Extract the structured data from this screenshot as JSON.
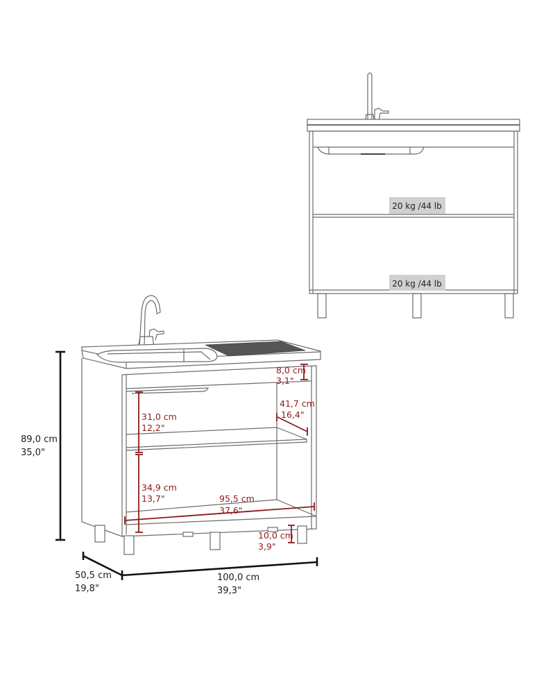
{
  "front_view": {
    "shelf_load_upper": "20 kg /44 lb",
    "shelf_load_lower": "20 kg /44 lb"
  },
  "dimensions": {
    "height": {
      "cm": "89,0 cm",
      "in": "35,0\""
    },
    "depth": {
      "cm": "50,5 cm",
      "in": "19,8\""
    },
    "width": {
      "cm": "100,0 cm",
      "in": "39,3\""
    },
    "top_rail": {
      "cm": "8,0 cm",
      "in": "3,1\""
    },
    "shelf_depth": {
      "cm": "41,7 cm",
      "in": "16,4\""
    },
    "upper_space": {
      "cm": "31,0 cm",
      "in": "12,2\""
    },
    "lower_space": {
      "cm": "34,9 cm",
      "in": "13,7\""
    },
    "interior_width": {
      "cm": "95,5 cm",
      "in": "37,6\""
    },
    "leg_height": {
      "cm": "10,0 cm",
      "in": "3,9\""
    }
  },
  "colors": {
    "dimension_accent": "#8b1a1a",
    "badge_bg": "#d0d0d0",
    "line": "#6a6a6a"
  }
}
